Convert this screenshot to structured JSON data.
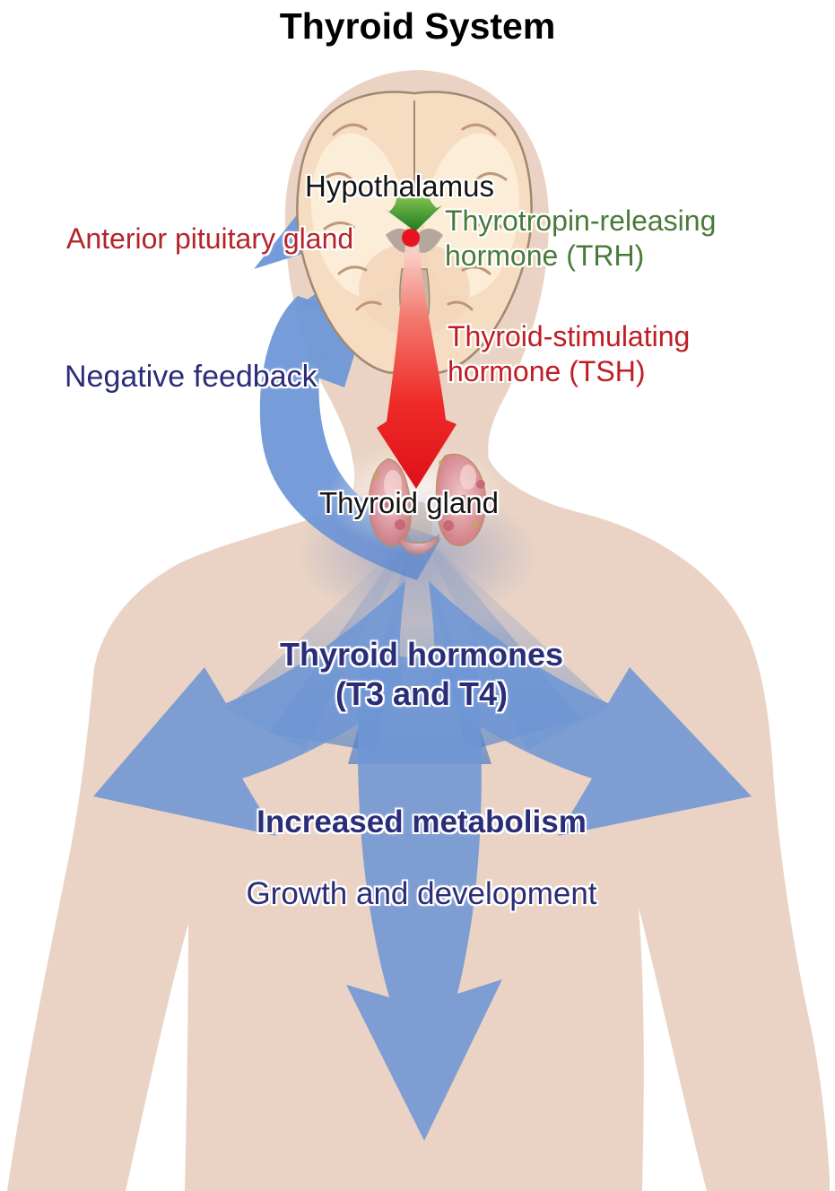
{
  "title": "Thyroid System",
  "labels": {
    "hypothalamus": "Hypothalamus",
    "anterior_pituitary": "Anterior pituitary gland",
    "trh": {
      "line1": "Thyrotropin-releasing",
      "line2": "hormone (TRH)"
    },
    "tsh": {
      "line1": "Thyroid-stimulating",
      "line2": "hormone (TSH)"
    },
    "negative_feedback": "Negative feedback",
    "thyroid_gland": "Thyroid gland",
    "thyroid_hormones": {
      "line1": "Thyroid hormones",
      "line2": "(T3 and T4)"
    },
    "increased_metabolism": "Increased metabolism",
    "growth_development": "Growth and development"
  },
  "colors": {
    "skin": "#ead3c4",
    "arrow_blue": "#6e96d5",
    "feedback_blue": "#6f98d8",
    "fan_blue": "#4f7fc8",
    "red_arrow": "#ed1c24",
    "red_dot": "#e8141f",
    "tsh_text_red": "#c01d24",
    "pituitary_text_red": "#b3252b",
    "trh_text_green": "#4a7a3b",
    "green_arrow_dark": "#1c7a1f",
    "navy_text": "#2b2d78",
    "black_text": "#141414",
    "brain_cortex": "#f6dcc0",
    "thyroid_pink": "#df9aa2"
  }
}
